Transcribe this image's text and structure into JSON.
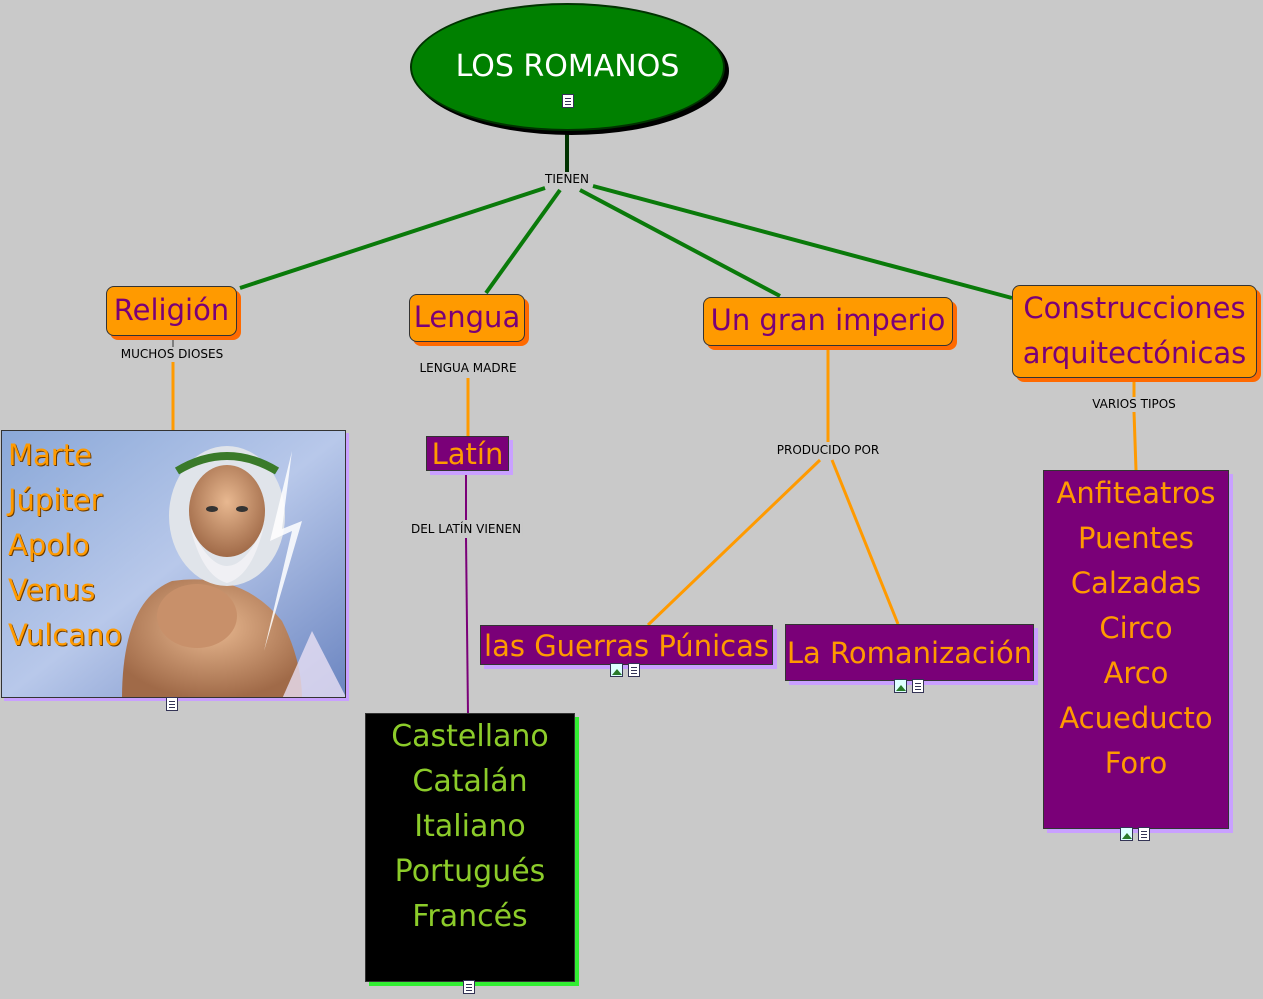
{
  "root": {
    "title": "LOS ROMANOS",
    "icon": "doc-icon"
  },
  "link_labels": {
    "tienen": "TIENEN",
    "muchos_dioses": "MUCHOS DIOSES",
    "lengua_madre": "LENGUA MADRE",
    "del_latin": "DEL LATÍN VIENEN",
    "producido_por": "PRODUCIDO POR",
    "varios_tipos": "VARIOS TIPOS"
  },
  "concepts": {
    "religion": "Religión",
    "lengua": "Lengua",
    "imperio": "Un gran imperio",
    "construcciones_1": "Construcciones",
    "construcciones_2": "arquitectónicas",
    "latin": "Latín",
    "guerras": "las Guerras Púnicas",
    "romanizacion": "La Romanización"
  },
  "dioses": [
    "Marte",
    "Júpiter",
    "Apolo",
    "Venus",
    "Vulcano"
  ],
  "idiomas": [
    "Castellano",
    "Catalán",
    "Italiano",
    "Portugués",
    "Francés"
  ],
  "tipos": [
    "Anfiteatros",
    "Puentes",
    "Calzadas",
    "Circo",
    "Arco",
    "Acueducto",
    "Foro"
  ],
  "colors": {
    "background": "#c9c9c9",
    "root_fill": "#008000",
    "main_link": "#008000",
    "concept_fill": "#ff9a00",
    "concept_text": "#7a0078",
    "sub_fill": "#7a0078",
    "sub_text": "#ff9a00",
    "lang_fill": "#000000",
    "lang_text": "#8ccc2a",
    "secondary_link": "#ff9a00",
    "purple_link": "#7a0078"
  }
}
